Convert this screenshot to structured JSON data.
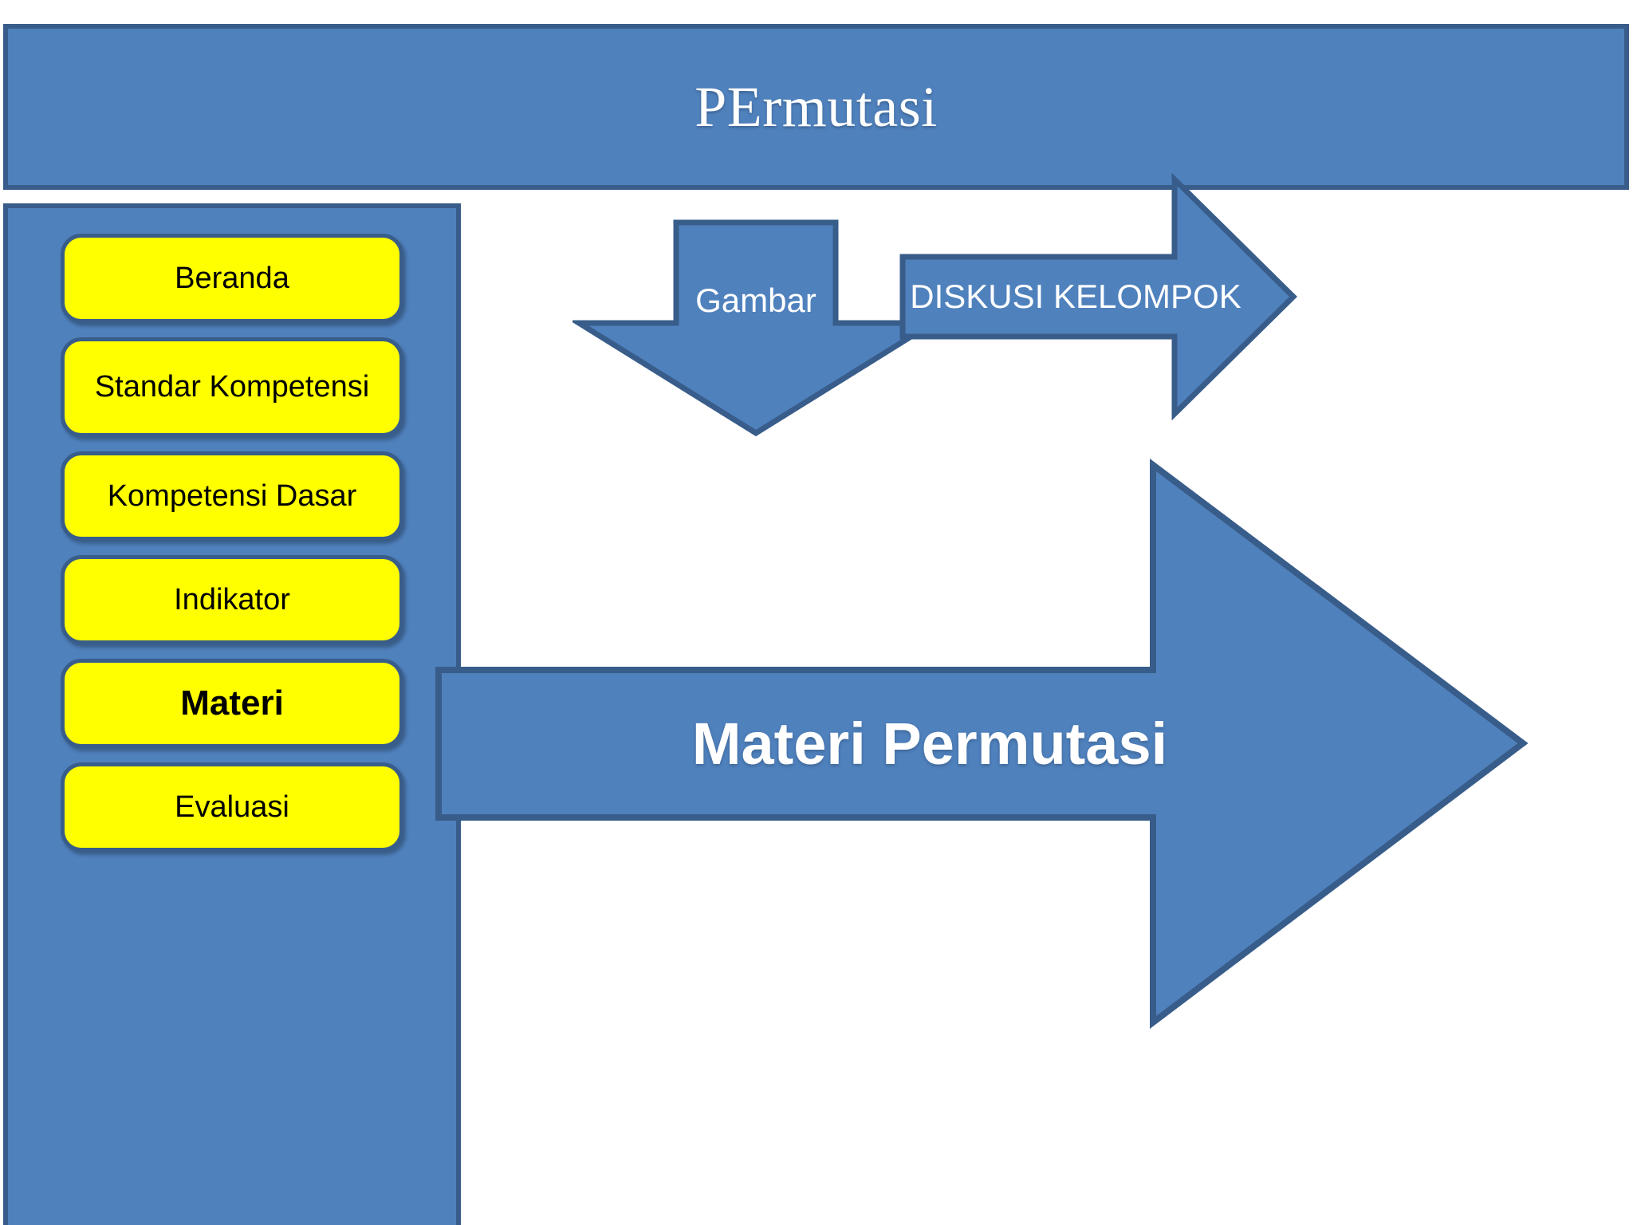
{
  "header": {
    "title": "PErmutasi"
  },
  "sidebar": {
    "items": [
      {
        "label": "Beranda",
        "lines": 1,
        "bold": false
      },
      {
        "label": "Standar Kompetensi",
        "lines": 2,
        "bold": false
      },
      {
        "label": "Kompetensi Dasar",
        "lines": 1,
        "bold": false
      },
      {
        "label": "Indikator",
        "lines": 1,
        "bold": false
      },
      {
        "label": "Materi",
        "lines": 1,
        "bold": true
      },
      {
        "label": "Evaluasi",
        "lines": 1,
        "bold": false
      }
    ]
  },
  "main": {
    "shapes": [
      {
        "name": "gambar",
        "label": "Gambar",
        "direction": "down"
      },
      {
        "name": "diskusi",
        "label": "DISKUSI KELOMPOK",
        "direction": "right"
      },
      {
        "name": "materi",
        "label": "Materi Permutasi",
        "direction": "right"
      }
    ]
  },
  "colors": {
    "accent_blue": "#4F81BD",
    "accent_blue_dark": "#385D8A",
    "button_yellow": "#FFFF00",
    "text_white": "#FFFFFF",
    "text_black": "#000000",
    "canvas": "#FFFFFF"
  }
}
